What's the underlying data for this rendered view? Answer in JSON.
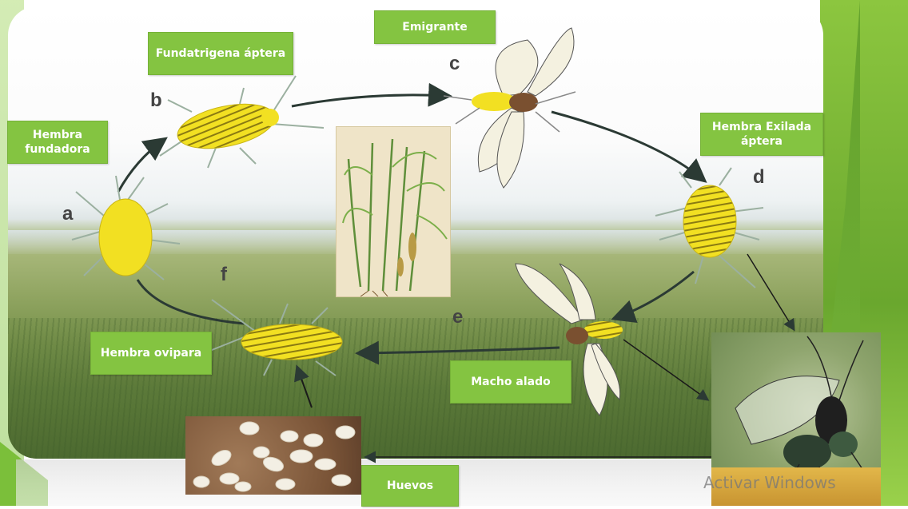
{
  "labels": {
    "hembra_fundadora": "Hembra fundadora",
    "fundatrigena_aptera": "Fundatrigena áptera",
    "emigrante": "Emigrante",
    "hembra_exilada_aptera": "Hembra Exilada áptera",
    "macho_alado": "Macho alado",
    "hembra_ovipara": "Hembra ovipara",
    "huevos": "Huevos"
  },
  "stages": {
    "a": "a",
    "b": "b",
    "c": "c",
    "d": "d",
    "e": "e",
    "f": "f"
  },
  "watermark": {
    "title": "Activar Windows"
  },
  "colors": {
    "label_bg": "#84c441",
    "label_text": "#ffffff",
    "aphid_body": "#f2e022",
    "aphid_stripe": "#8a7a12",
    "arrow": "#2b3a34",
    "slide_accent": "#7bbf3a"
  }
}
